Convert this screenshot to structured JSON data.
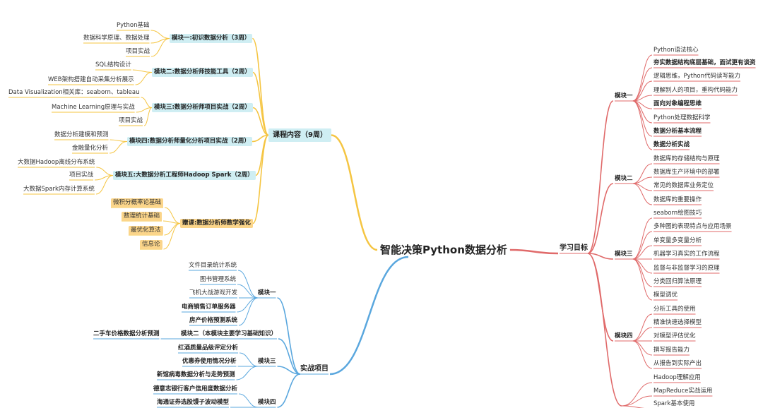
{
  "colors": {
    "yellow": "#f5c542",
    "blue": "#5aa7de",
    "red": "#e06a6a",
    "teal_fill": "#cfeef3",
    "orange_fill": "#fbd58a"
  },
  "center": {
    "title": "智能决策Python数据分析"
  },
  "course": {
    "title": "课程内容（9周）",
    "modules": [
      {
        "label": "模块一:初识数据分析（3周）",
        "children": [
          "Python基础",
          "数据科学原理、数据处理",
          "项目实战"
        ]
      },
      {
        "label": "模块二:数据分析师技能工具（2周）",
        "children": [
          "SQL结构设计",
          "WEB架构搭建自动采集分析展示"
        ]
      },
      {
        "label": "模块三:数据分析师项目实战（2周）",
        "children": [
          "Data Visualization相关库：seaborn、tableau",
          "Machine Learning原理与实战",
          "项目实战"
        ]
      },
      {
        "label": "模块四:数据分析师量化分析项目实战（2周）",
        "children": [
          "数据分析建模和预测",
          "金融量化分析"
        ]
      },
      {
        "label": "模块五:大数据分析工程师Hadoop Spark（2周）",
        "children": [
          "大数据Hadoop离线分布系统",
          "项目实战",
          "大数据Spark内存计算系统"
        ]
      },
      {
        "label": "赠课:数据分析师数学强化",
        "children": [
          "微积分概率论基础",
          "数理统计基础",
          "最优化算法",
          "信息论"
        ]
      }
    ]
  },
  "practice": {
    "title": "实战项目",
    "modules": [
      {
        "label": "模块一",
        "children": [
          "文件目录统计系统",
          "图书管理系统",
          "飞机大战游戏开发",
          "电商销售订单服务器",
          "房产价格预测系统"
        ]
      },
      {
        "label": "模块二（本模块主要学习基础知识）",
        "children": [
          "二手车价格数据分析预测"
        ]
      },
      {
        "label": "模块三",
        "children": [
          "红酒质量品级评定分析",
          "优惠券使用情况分析",
          "新馆病毒数据分析与走势预测"
        ]
      },
      {
        "label": "模块四",
        "children": [
          "德意志银行客户信用度数据分析",
          "海通证券选股馒子波动模型"
        ]
      }
    ]
  },
  "goals": {
    "title": "学习目标",
    "modules": [
      {
        "label": "模块一",
        "children": [
          "Python语法核心",
          "夯实数据结构底层基础，面试更有谈资",
          "逻辑思维，Python代码读写能力",
          "理解别人的项目，重构代码能力",
          "面向对象编程思维",
          "Python处理数据科学",
          "数据分析基本流程",
          "数据分析实战"
        ]
      },
      {
        "label": "模块二",
        "children": [
          "数据库的存储结构与原理",
          "数据库生产环境中的部署",
          "常见的数据库业务定位",
          "数据库的重要操作"
        ]
      },
      {
        "label": "模块三",
        "children": [
          "seaborn绘图技巧",
          "多种图的表现特点与应用场景",
          "单变量多变量分析",
          "机器学习真实的工作流程",
          "监督与非监督学习的原理",
          "分类回归算法原理",
          "模型调优"
        ]
      },
      {
        "label": "模块四",
        "children": [
          "分析工具的使用",
          "精准快速选择模型",
          "对模型评估优化",
          "撰写报告能力",
          "从报告到实际产出"
        ]
      },
      {
        "label": "",
        "children": [
          "Hadoop理解应用",
          "MapReduce实战运用",
          "Spark基本使用"
        ]
      }
    ]
  }
}
